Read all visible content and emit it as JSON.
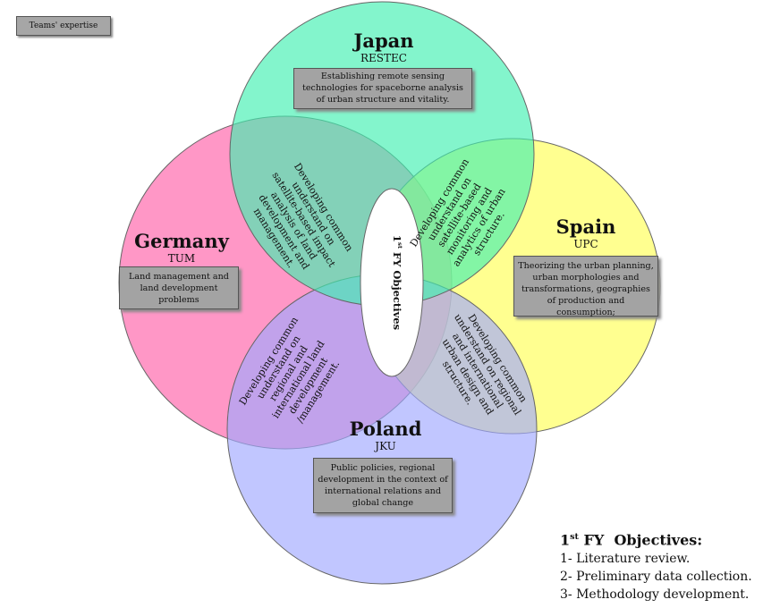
{
  "legend_tag": "Teams' expertise",
  "center_label": {
    "prefix": "1",
    "sup": "st",
    "text": " FY Objectives"
  },
  "colors": {
    "japan": "#40f0b0",
    "germany": "#ff5fa8",
    "spain": "#ffff55",
    "poland": "#a0a8ff",
    "center": "#ffffff"
  },
  "countries": {
    "japan": {
      "name": "Japan",
      "org": "RESTEC",
      "expertise": "Establishing remote sensing technologies for spaceborne analysis of urban structure and vitality."
    },
    "germany": {
      "name": "Germany",
      "org": "TUM",
      "expertise": "Land management and land development problems"
    },
    "spain": {
      "name": "Spain",
      "org": "UPC",
      "expertise": "Theorizing the urban planning, urban morphologies and transformations, geographies of production and consumption;"
    },
    "poland": {
      "name": "Poland",
      "org": "JKU",
      "expertise": "Public policies, regional development in the context of international relations and global change"
    }
  },
  "overlaps": {
    "japan_germany": "Developing common understand on satellite-based impact analysis of land development and management.",
    "japan_spain": "Developing common understand on satellite-based monitoring and analytics of urban structure.",
    "germany_poland": "Developing common understand on regional and international land development /management.",
    "spain_poland": "Developing common understand on regional and international urban design and structure."
  },
  "objectives": {
    "title_prefix": "1",
    "title_sup": "st",
    "title_rest": " FY  Objectives:",
    "items": [
      "1- Literature review.",
      "2- Preliminary data collection.",
      "3- Methodology development."
    ]
  }
}
